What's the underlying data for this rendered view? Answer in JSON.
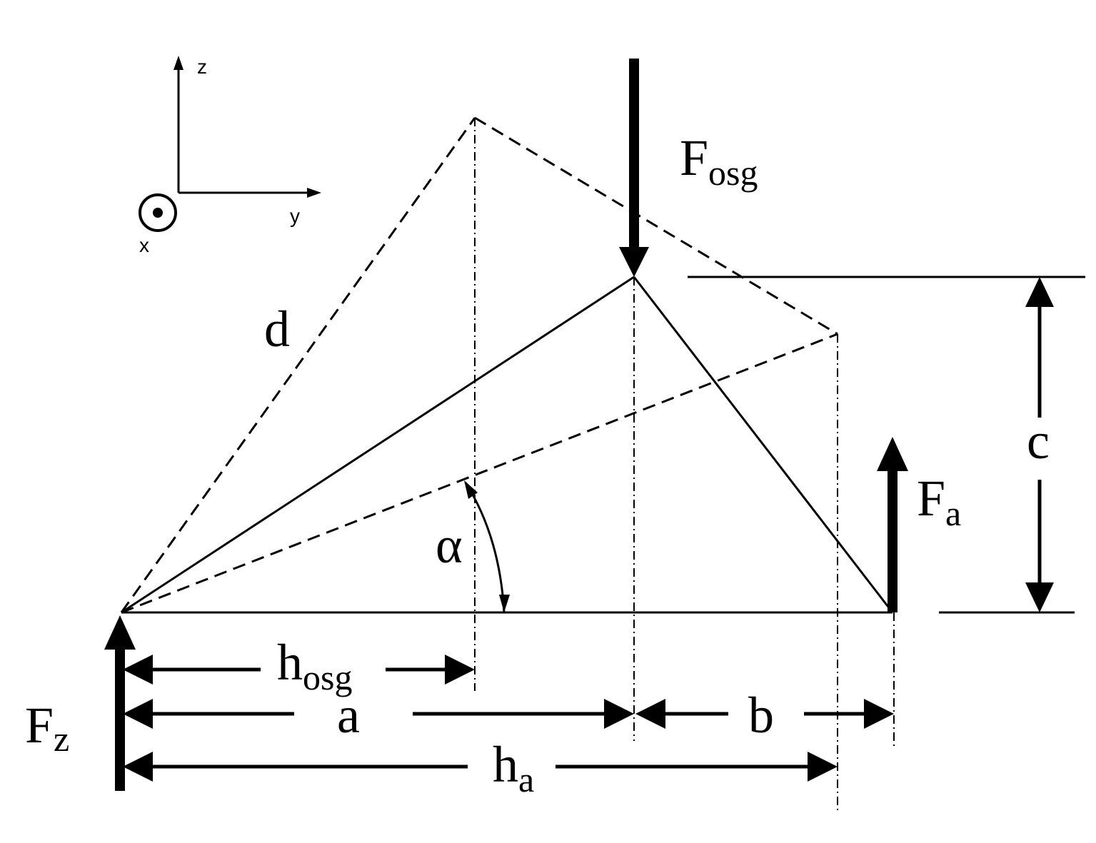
{
  "axes": {
    "z_label": "z",
    "y_label": "y",
    "x_label": "x"
  },
  "forces": {
    "f_osg": {
      "main": "F",
      "sub": "osg"
    },
    "f_a": {
      "main": "F",
      "sub": "a"
    },
    "f_z": {
      "main": "F",
      "sub": "z"
    }
  },
  "dimensions": {
    "d": "d",
    "alpha": "α",
    "c": "c",
    "h_osg": {
      "main": "h",
      "sub": "osg"
    },
    "a": "a",
    "b": "b",
    "h_a": {
      "main": "h",
      "sub": "a"
    }
  },
  "colors": {
    "line": "#000000",
    "background": "#ffffff"
  }
}
